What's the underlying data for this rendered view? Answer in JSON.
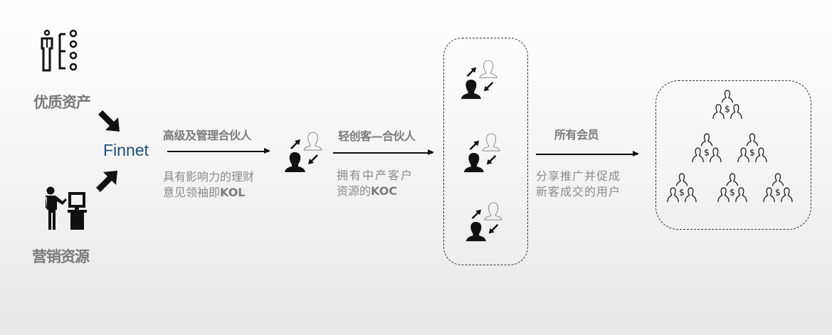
{
  "sources": {
    "assets_label": "优质资产",
    "marketing_label": "营销资源",
    "brand": "Finnet"
  },
  "stage1": {
    "title": "高级及管理合伙人",
    "desc_line1": "具有影响力的理财",
    "desc_line2_prefix": "意见领袖即",
    "desc_line2_bold": "KOL"
  },
  "stage2": {
    "title": "轻创客—合伙人",
    "desc_line1": "拥有中产客户",
    "desc_line2_prefix": "资源的",
    "desc_line2_bold": "KOC"
  },
  "stage3": {
    "title": "所有会员",
    "desc_line1": "分享推广并促成",
    "desc_line2": "新客成交的用户"
  },
  "colors": {
    "brand": "#1f4e79",
    "label_gray": "#7a7a7a",
    "icon": "#111111"
  }
}
